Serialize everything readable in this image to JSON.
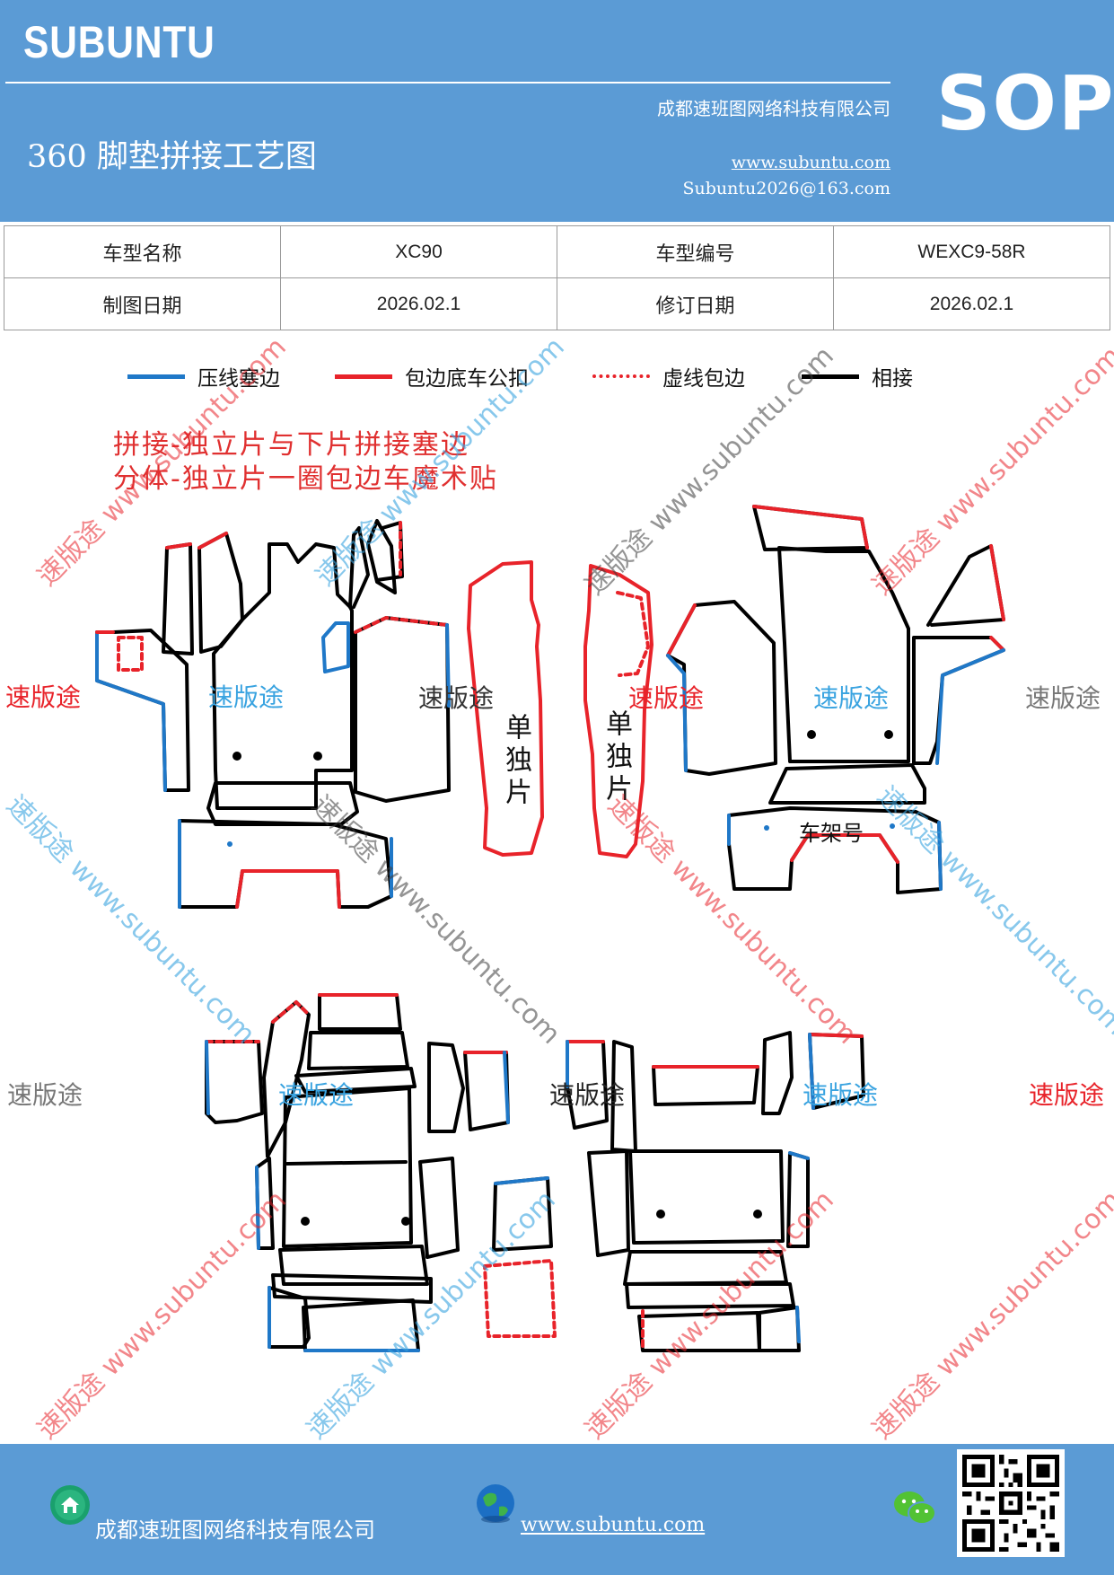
{
  "header": {
    "brand": "SUBUNTU",
    "company": "成都速班图网络科技有限公司",
    "title": "360 脚垫拼接工艺图",
    "website": "www.subuntu.com",
    "email": "Subuntu2026@163.com",
    "sop": "SOP"
  },
  "info_table": {
    "model_name_label": "车型名称",
    "model_name": "XC90",
    "model_code_label": "车型编号",
    "model_code": "WEXC9-58R",
    "drawing_date_label": "制图日期",
    "drawing_date": "2026.02.1",
    "revision_date_label": "修订日期",
    "revision_date": "2026.02.1"
  },
  "legend": [
    {
      "label": "压线塞边",
      "color": "#1f78c8",
      "style": "solid"
    },
    {
      "label": "包边底车公扣",
      "color": "#e8232a",
      "style": "solid"
    },
    {
      "label": "虚线包边",
      "color": "#e8232a",
      "style": "dashed"
    },
    {
      "label": "相接",
      "color": "#000000",
      "style": "solid"
    }
  ],
  "notes": {
    "line1": "拼接-独立片与下片拼接塞边",
    "line2": "分体-独立片一圈包边车魔术贴"
  },
  "labels": {
    "single_piece": "单独片",
    "frame_number": "车架号",
    "watermark_cn": "速版途",
    "watermark_full": "速版途 www.subuntu.com"
  },
  "colors": {
    "header_bg": "#5b9bd5",
    "blue_line": "#1f78c8",
    "red_line": "#e8232a",
    "black_line": "#000000"
  },
  "footer": {
    "company": "成都速班图网络科技有限公司",
    "website": "www.subuntu.com ",
    "icons": [
      "home-icon",
      "globe-icon",
      "wechat-icon",
      "qr-code-icon"
    ]
  }
}
